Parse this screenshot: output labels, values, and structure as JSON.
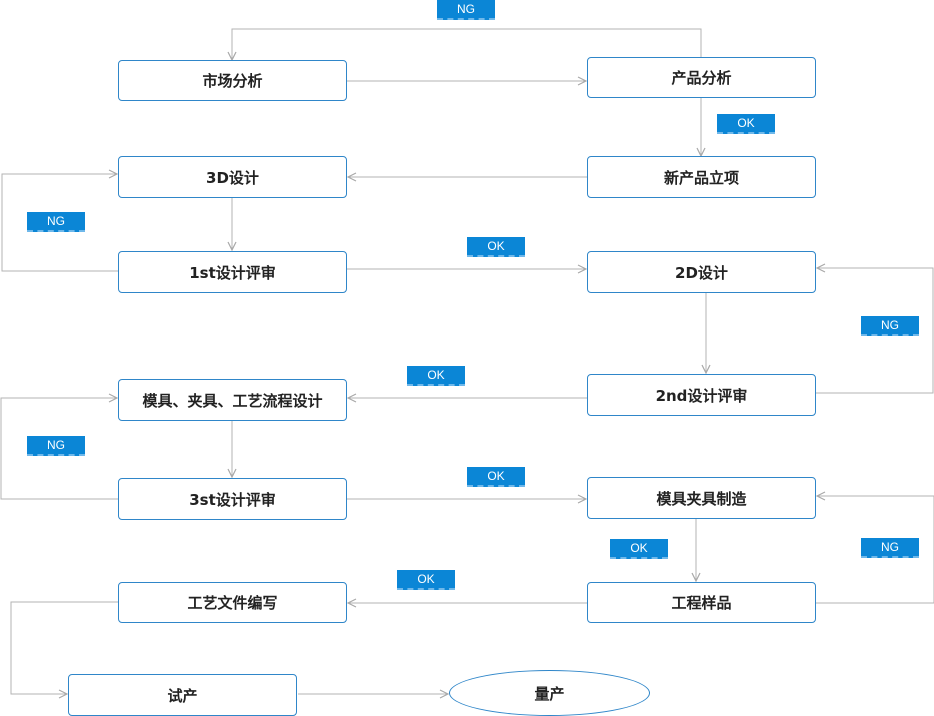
{
  "colors": {
    "node_border": "#2f86c9",
    "connector": "#b3b3b3",
    "tag_fill": "#0b86d6",
    "tag_text": "#ffffff"
  },
  "nodes": {
    "market_analysis": "市场分析",
    "product_analysis": "产品分析",
    "new_product_project": "新产品立项",
    "design_3d": "3D设计",
    "review_1st": "1st设计评审",
    "design_2d": "2D设计",
    "review_2nd": "2nd设计评审",
    "mold_fixture_process_design": "模具、夹具、工艺流程设计",
    "review_3st": "3st设计评审",
    "mold_fixture_manufacturing": "模具夹具制造",
    "engineering_sample": "工程样品",
    "process_documentation": "工艺文件编写",
    "trial_production": "试产",
    "mass_production": "量产"
  },
  "tags": {
    "ng_product_analysis": "NG",
    "ok_product_analysis": "OK",
    "ng_review_1st": "NG",
    "ok_review_1st": "OK",
    "ng_review_2nd": "NG",
    "ok_review_2nd": "OK",
    "ng_review_3st": "NG",
    "ok_review_3st": "OK",
    "ok_manufacturing": "OK",
    "ng_sample": "NG",
    "ok_sample": "OK"
  }
}
